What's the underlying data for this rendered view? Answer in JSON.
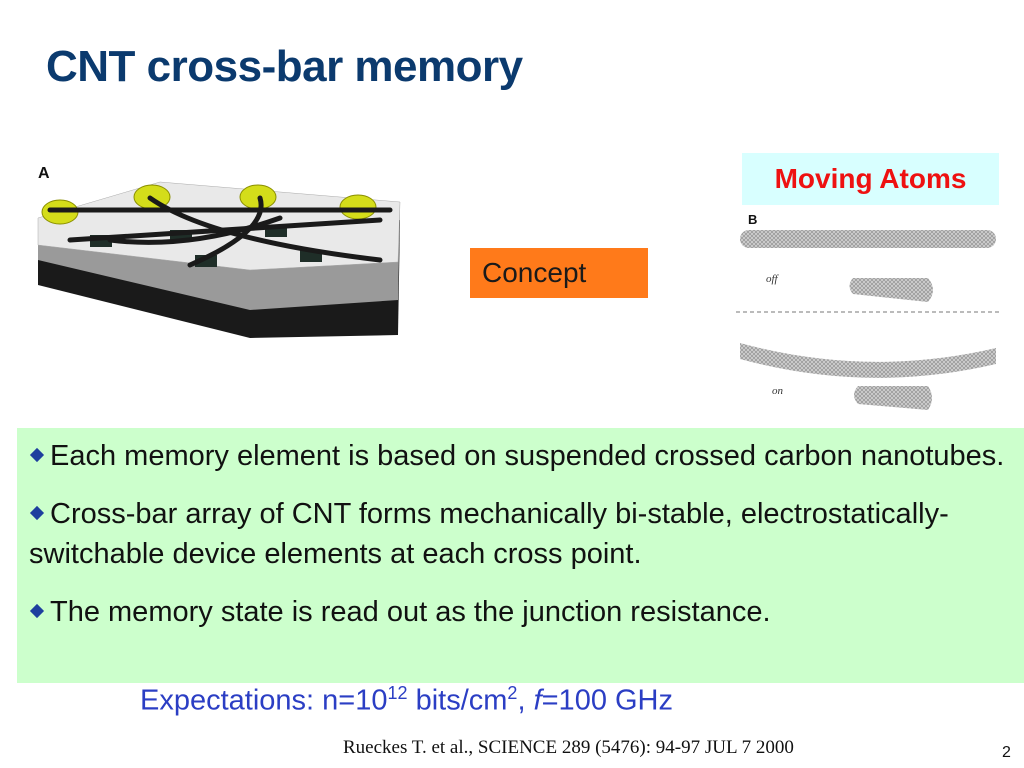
{
  "slide": {
    "title": "CNT cross-bar memory",
    "page_number": "2"
  },
  "figures": {
    "a_label": "A",
    "b_label": "B",
    "b_off_label": "off",
    "b_on_label": "on"
  },
  "labels": {
    "concept": "Concept",
    "moving_atoms": "Moving Atoms"
  },
  "bullets": [
    "Each memory element is based on suspended crossed carbon nanotubes.",
    "Cross-bar array of CNT forms mechanically bi-stable, electrostatically-switchable device elements at each cross point.",
    "The memory state is read out as the junction resistance."
  ],
  "expectations": {
    "prefix": "Expectations: n=10",
    "exp1": "12",
    "mid": " bits/cm",
    "exp2": "2",
    "sep": ", ",
    "f": "f",
    "suffix": "=100 GHz"
  },
  "citation": "Rueckes T. et al., SCIENCE 289 (5476): 94-97 JUL 7 2000",
  "colors": {
    "title": "#0b3a6e",
    "concept_bg": "#ff7a1a",
    "moving_atoms_bg": "#d8ffff",
    "moving_atoms_text": "#ee1111",
    "bullet_box_bg": "#ccffcc",
    "expectations_text": "#2b3ec4",
    "electrode": "#d4dd1a"
  }
}
